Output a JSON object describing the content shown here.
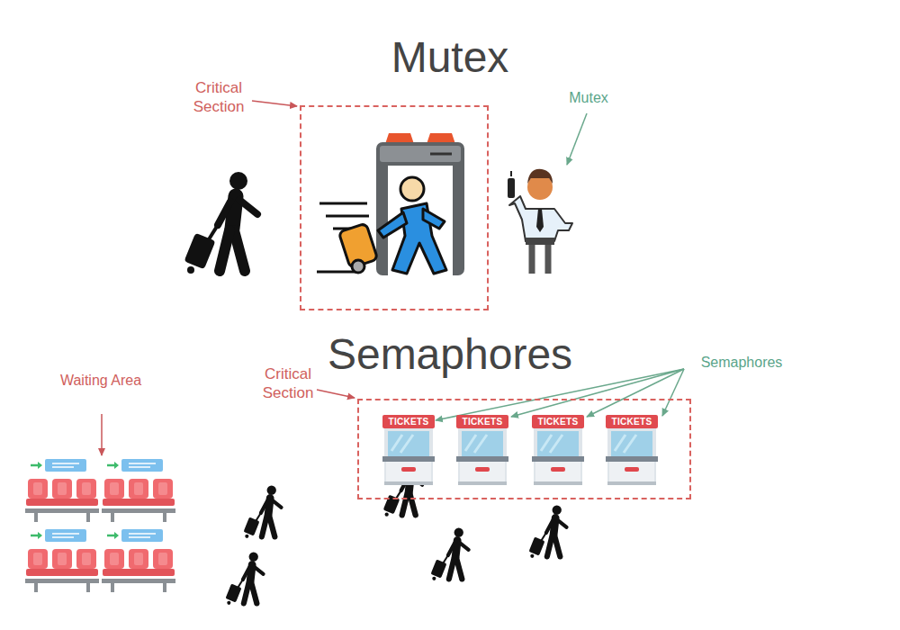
{
  "diagram": {
    "nodes": [
      {
        "text": [
          "Critical Section"
        ]
      },
      {
        "text": [
          "Critical Section"
        ]
      },
      {
        "text": [
          "TICKETS"
        ],
        "in": 1
      },
      {
        "text": [
          "TICKETS"
        ],
        "in": 1
      },
      {
        "text": [
          "TICKETS"
        ],
        "in": 1
      },
      {
        "text": [
          "TICKETS"
        ],
        "in": 1
      }
    ],
    "labels": [
      "Mutex",
      "Mutex",
      "Semaphores",
      "Semaphores",
      "Waiting Area"
    ]
  }
}
